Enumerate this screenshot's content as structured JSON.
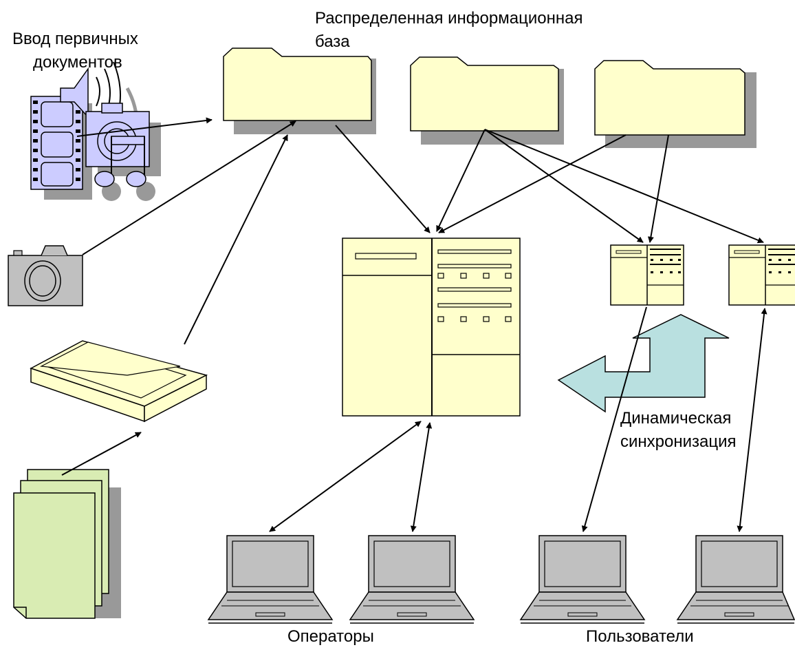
{
  "labels": {
    "input_line1": "Ввод первичных",
    "input_line2": "документов",
    "db_line1": "Распределенная информационная",
    "db_line2": "база",
    "sync_line1": "Динамическая",
    "sync_line2": "синхронизация",
    "operators": "Операторы",
    "users": "Пользователи"
  },
  "colors": {
    "folder": "#ffffcc",
    "server": "#ffffcc",
    "document": "#d9ecb3",
    "sync_arrow": "#b9e0e0",
    "multimedia": "#ccccff",
    "device_gray": "#c0c0c0",
    "shadow": "#999999"
  }
}
